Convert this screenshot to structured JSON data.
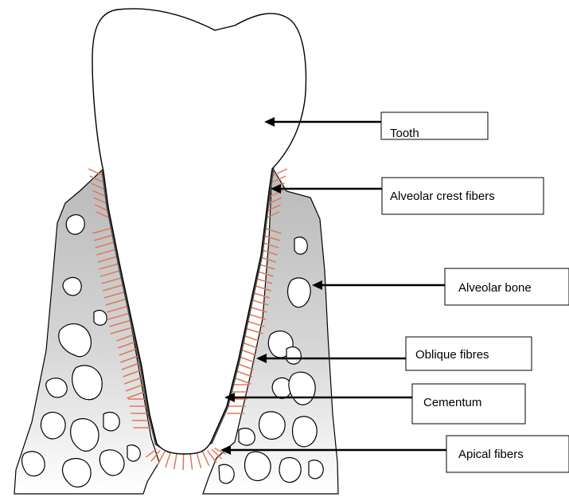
{
  "labels": {
    "tooth": "Tooth",
    "alveolar_crest_fibers": "Alveolar crest fibers",
    "alveolar_bone": "Alveolar bone",
    "oblique_fibres": "Oblique fibres",
    "cementum": "Cementum",
    "apical_fibers": "Apical fibers"
  },
  "colors": {
    "fibers": "#e07858",
    "cementum": "#4d4d4d",
    "bone_top": "#b9b9b9",
    "bone_bottom": "#ffffff",
    "outline": "#000000"
  }
}
